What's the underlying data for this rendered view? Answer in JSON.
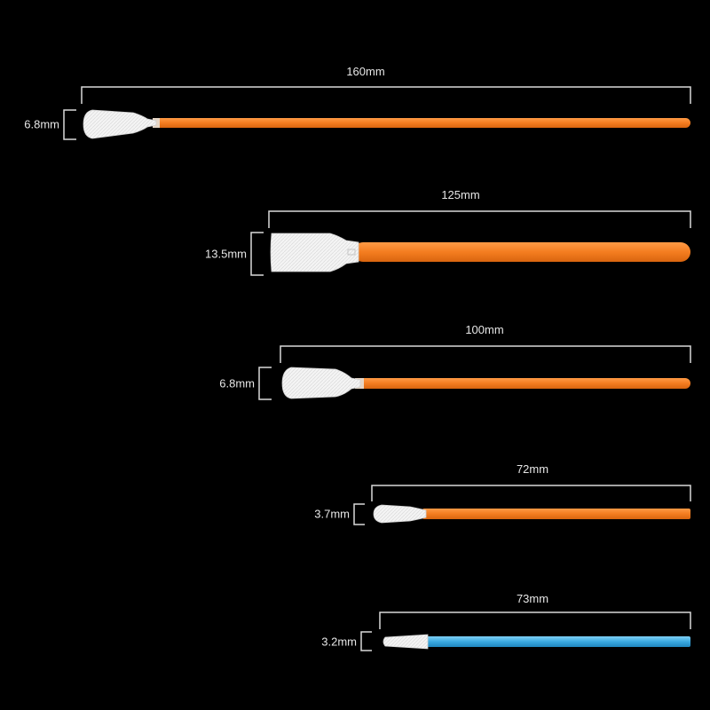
{
  "swabs": [
    {
      "length_label": "160mm",
      "width_label": "6.8mm",
      "head_shape": "paddle",
      "handle_color": "#f47d20"
    },
    {
      "length_label": "125mm",
      "width_label": "13.5mm",
      "head_shape": "rectangular",
      "handle_color": "#f47d20"
    },
    {
      "length_label": "100mm",
      "width_label": "6.8mm",
      "head_shape": "paddle",
      "handle_color": "#f47d20"
    },
    {
      "length_label": "72mm",
      "width_label": "3.7mm",
      "head_shape": "pointed-paddle",
      "handle_color": "#f47d20"
    },
    {
      "length_label": "73mm",
      "width_label": "3.2mm",
      "head_shape": "tapered",
      "handle_color": "#3aa9e0"
    }
  ],
  "colors": {
    "background": "#000000",
    "dimension_lines": "#d9d9d9",
    "head": "#f2f2f2",
    "text": "#e6e6e6"
  }
}
